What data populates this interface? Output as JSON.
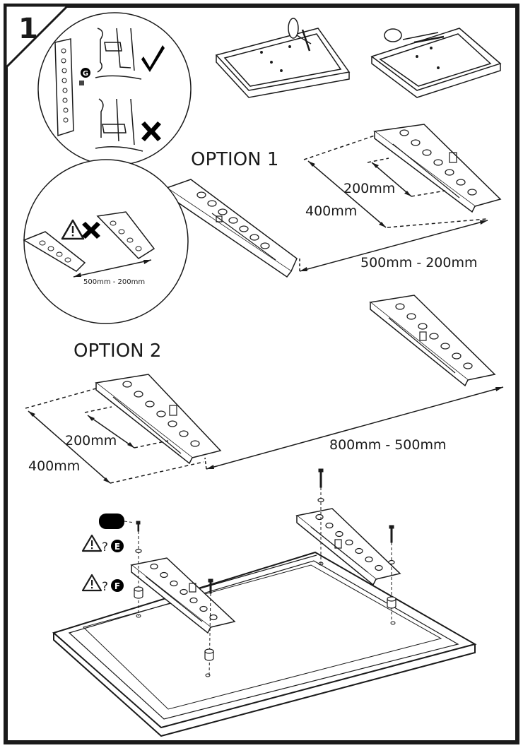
{
  "step": {
    "number": "1"
  },
  "options": {
    "option1": {
      "title": "OPTION 1",
      "dim_small": "200mm",
      "dim_large": "400mm",
      "dim_span": "500mm - 200mm"
    },
    "option2": {
      "title": "OPTION 2",
      "dim_small": "200mm",
      "dim_large": "400mm",
      "dim_span": "800mm - 500mm"
    }
  },
  "detail_circle": {
    "span_label": "500mm - 200mm",
    "part_badge": "G"
  },
  "hardware": {
    "part_e": {
      "prefix": "?",
      "badge": "E"
    },
    "part_f": {
      "prefix": "?",
      "badge": "F"
    }
  },
  "icons": [
    "warning-icon",
    "check-icon",
    "cross-icon",
    "part-badge-icon",
    "hand-icon",
    "screw-icon",
    "spacer-icon"
  ],
  "colors": {
    "ink": "#1a1a1a",
    "paper": "#ffffff",
    "badge": "#000000"
  }
}
